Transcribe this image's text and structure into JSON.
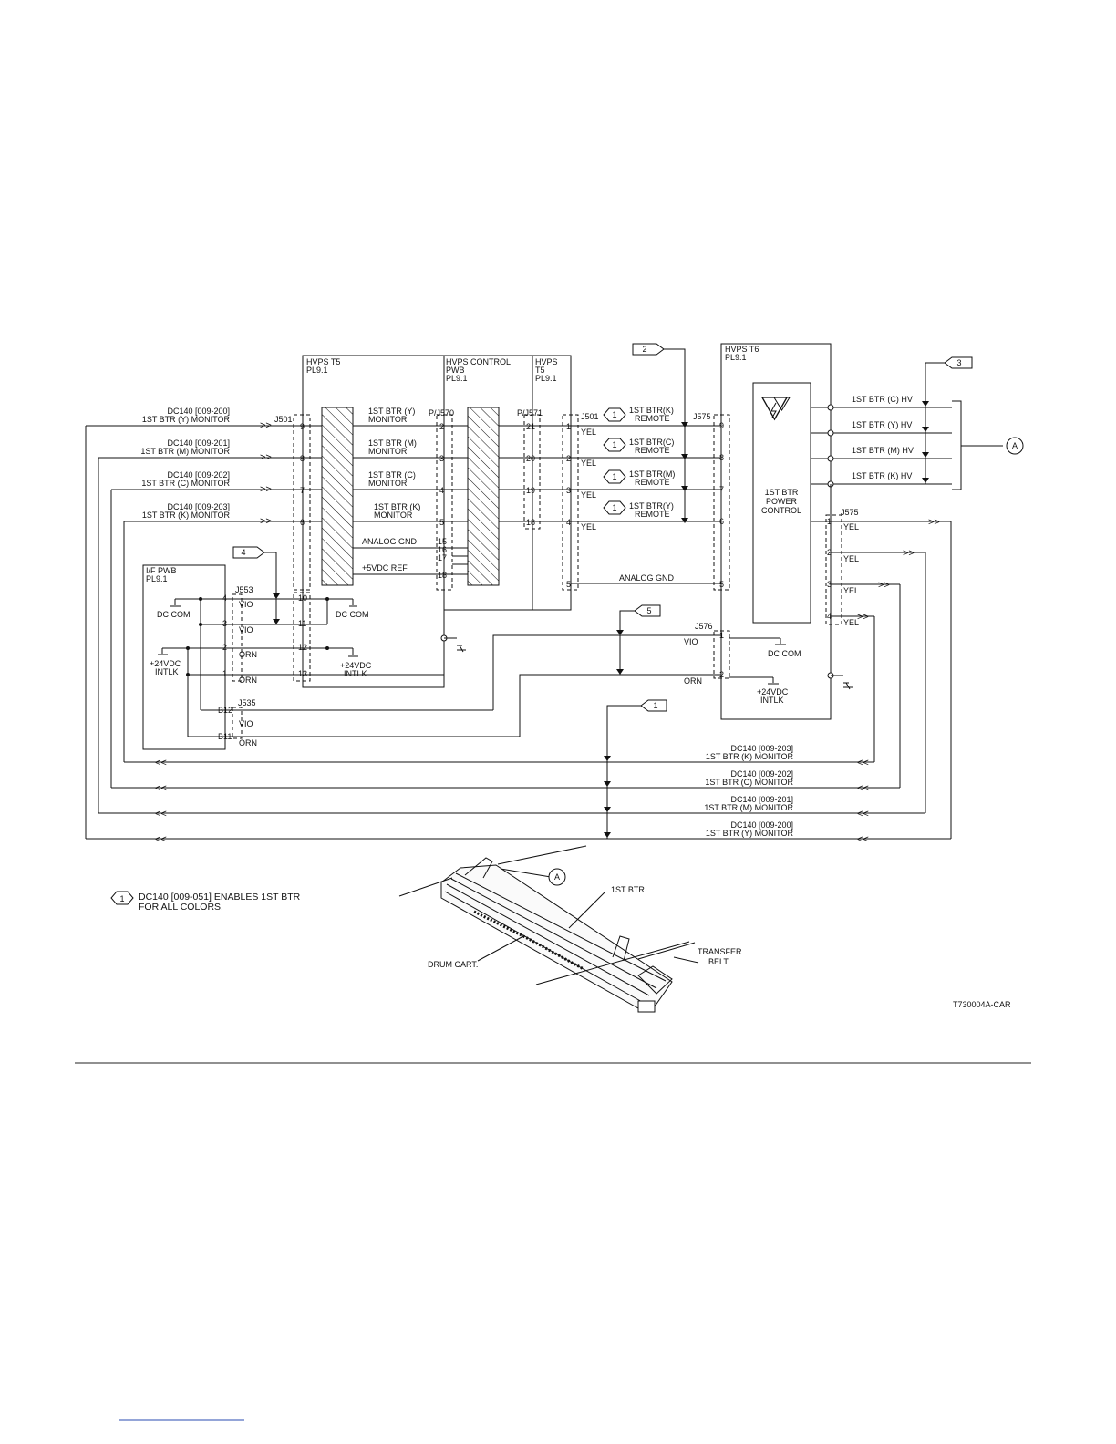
{
  "blocks": {
    "hvps_t5_left": [
      "HVPS T5",
      "PL9.1"
    ],
    "hvps_control": [
      "HVPS CONTROL",
      "PWB",
      "PL9.1"
    ],
    "hvps_t5_right": [
      "HVPS",
      "T5",
      "PL9.1"
    ],
    "hvps_t6": [
      "HVPS T6",
      "PL9.1"
    ],
    "if_pwb": [
      "I/F PWB",
      "PL9.1"
    ],
    "power_control": [
      "1ST BTR",
      "POWER",
      "CONTROL"
    ]
  },
  "connectors": {
    "j501_left": "J501",
    "pj570": "P/J570",
    "pj571": "P/J571",
    "j501_right": "J501",
    "j575_top": "J575",
    "j575_right": "J575",
    "j553": "J553",
    "j535": "J535",
    "j576": "J576"
  },
  "monitor_inputs": [
    {
      "code": "DC140 [009-200]",
      "name": "1ST BTR (Y) MONITOR",
      "pin": "9",
      "inner": [
        "1ST BTR (Y)",
        "MONITOR"
      ],
      "pin570": "2",
      "pin571": "21",
      "pinR": "1"
    },
    {
      "code": "DC140 [009-201]",
      "name": "1ST BTR (M) MONITOR",
      "pin": "8",
      "inner": [
        "1ST BTR (M)",
        "MONITOR"
      ],
      "pin570": "3",
      "pin571": "20",
      "pinR": "2"
    },
    {
      "code": "DC140 [009-202]",
      "name": "1ST BTR (C) MONITOR",
      "pin": "7",
      "inner": [
        "1ST BTR (C)",
        "MONITOR"
      ],
      "pin570": "4",
      "pin571": "19",
      "pinR": "3"
    },
    {
      "code": "DC140 [009-203]",
      "name": "1ST BTR (K) MONITOR",
      "pin": "6",
      "inner": [
        "1ST BTR (K)",
        "MONITOR"
      ],
      "pin570": "5",
      "pin571": "18",
      "pinR": "4"
    }
  ],
  "monitor_returns": [
    {
      "code": "DC140 [009-203]",
      "name": "1ST BTR (K) MONITOR"
    },
    {
      "code": "DC140 [009-202]",
      "name": "1ST BTR (C) MONITOR"
    },
    {
      "code": "DC140 [009-201]",
      "name": "1ST BTR (M) MONITOR"
    },
    {
      "code": "DC140 [009-200]",
      "name": "1ST BTR (Y) MONITOR"
    }
  ],
  "remotes": [
    {
      "label": [
        "1ST BTR(K)",
        "REMOTE"
      ],
      "wire": "YEL",
      "pin575": "9"
    },
    {
      "label": [
        "1ST BTR(C)",
        "REMOTE"
      ],
      "wire": "YEL",
      "pin575": "8"
    },
    {
      "label": [
        "1ST BTR(M)",
        "REMOTE"
      ],
      "wire": "YEL",
      "pin575": "7"
    },
    {
      "label": [
        "1ST BTR(Y)",
        "REMOTE"
      ],
      "wire": "YEL",
      "pin575": "6"
    }
  ],
  "hv_outputs": [
    "1ST BTR (C) HV",
    "1ST BTR (Y) HV",
    "1ST BTR (M) HV",
    "1ST BTR (K) HV"
  ],
  "j575_out": [
    {
      "pin": "1",
      "wire": "YEL"
    },
    {
      "pin": "2",
      "wire": "YEL"
    },
    {
      "pin": "3",
      "wire": "YEL"
    },
    {
      "pin": "4",
      "wire": "YEL"
    }
  ],
  "analog": {
    "gnd": "ANALOG GND",
    "ref": "+5VDC REF",
    "pins570": [
      "15",
      "16",
      "17",
      "18"
    ],
    "gnd_right": "ANALOG GND",
    "gnd_pin": "5",
    "gnd_pin575": "5"
  },
  "j553_pins": [
    {
      "pin": "4",
      "wire": "VIO",
      "pinR": "10"
    },
    {
      "pin": "3",
      "wire": "VIO",
      "pinR": "11"
    },
    {
      "pin": "2",
      "wire": "ORN",
      "pinR": "12"
    },
    {
      "pin": "1",
      "wire": "ORN",
      "pinR": "13"
    }
  ],
  "j535_pins": [
    {
      "pin": "B12",
      "wire": "VIO"
    },
    {
      "pin": "B11",
      "wire": "ORN"
    }
  ],
  "j576_pins": [
    {
      "pin": "1",
      "wire": "VIO"
    },
    {
      "pin": "2",
      "wire": "ORN"
    }
  ],
  "power": {
    "dc_com": "DC COM",
    "vdc24": [
      "+24VDC",
      "INTLK"
    ]
  },
  "flags": {
    "f1": "1",
    "f2": "2",
    "f3": "3",
    "f4": "4",
    "f5": "5"
  },
  "callout_a": "A",
  "note": {
    "flag": "1",
    "lines": [
      "DC140 [009-051] ENABLES 1ST BTR",
      "FOR ALL COLORS."
    ]
  },
  "illustration": {
    "btr": "1ST BTR",
    "belt": [
      "TRANSFER",
      "BELT"
    ],
    "drum": "DRUM CART.",
    "callout": "A"
  },
  "figure_id": "T730004A-CAR"
}
